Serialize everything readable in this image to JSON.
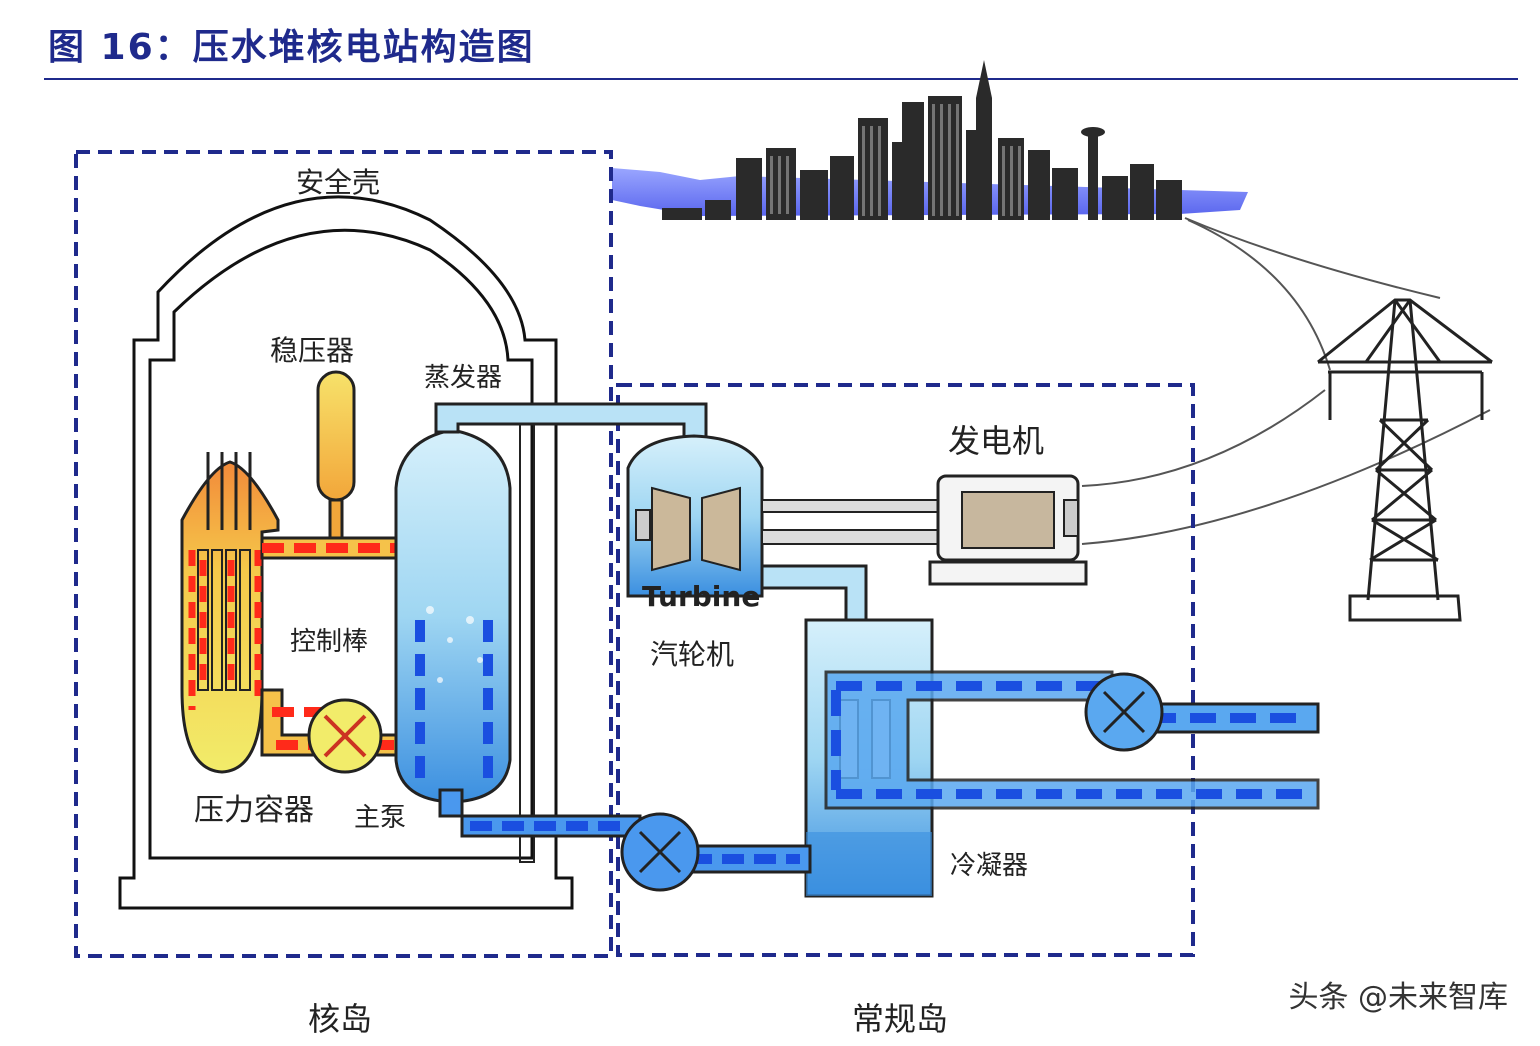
{
  "figure": {
    "title": "图 16：压水堆核电站构造图"
  },
  "labels": {
    "containment": "安全壳",
    "pressurizer": "稳压器",
    "steam_generator": "蒸发器",
    "control_rods": "控制棒",
    "pressure_vessel": "压力容器",
    "main_pump": "主泵",
    "turbine_en": "Turbine",
    "turbine_cn": "汽轮机",
    "generator": "发电机",
    "condenser": "冷凝器",
    "nuclear_island": "核岛",
    "conventional_island": "常规岛"
  },
  "watermark": "头条 @未来智库",
  "colors": {
    "title": "#1f2a8c",
    "dashed_box": "#1f2a8c",
    "primary_loop": "#ff2a1a",
    "secondary_loop": "#1a4fe0",
    "water_light": "#9fd4f0",
    "vessel_yellow": "#f2ea5a",
    "steam_blue": "#c8e8f8"
  }
}
